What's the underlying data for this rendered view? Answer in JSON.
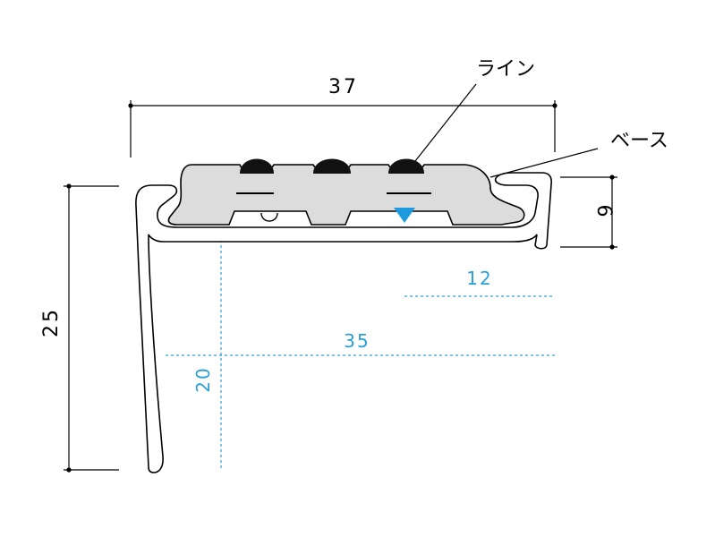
{
  "dimensions": {
    "top_width": "37",
    "left_height": "25",
    "right_height": "6"
  },
  "guides": {
    "guide_12": "12",
    "guide_35": "35",
    "guide_20": "20"
  },
  "labels": {
    "line": "ライン",
    "base": "ベース"
  },
  "colors": {
    "guide": "#2a9fd8",
    "base_fill": "#dcdcdc",
    "line_strip": "#111111",
    "marker": "#1e9be0"
  }
}
